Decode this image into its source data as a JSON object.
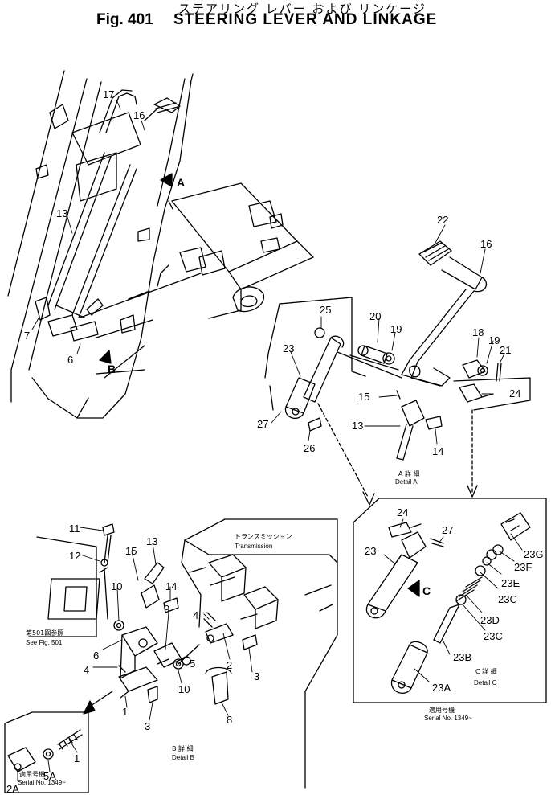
{
  "title": {
    "japanese": "ステアリング レバー および リンケージ",
    "fig": "Fig. 401",
    "english": "STEERING LEVER AND LINKAGE"
  },
  "part_numbers": {
    "p17": "17",
    "p16a": "16",
    "p13a": "13",
    "p7": "7",
    "p6a": "6",
    "arrowA": "A",
    "arrowB": "B",
    "p22": "22",
    "p16b": "16",
    "p25": "25",
    "p20": "20",
    "p19a": "19",
    "p18": "18",
    "p19b": "19",
    "p21": "21",
    "p23a": "23",
    "p15a": "15",
    "p24a": "24",
    "p27a": "27",
    "p13b": "13",
    "p26": "26",
    "p14a": "14",
    "p11": "11",
    "p12": "12",
    "p13c": "13",
    "p15b": "15",
    "p14b": "14",
    "p10a": "10",
    "p9": "9",
    "p4a": "4",
    "p5": "5",
    "p2": "2",
    "p3a": "3",
    "p6b": "6",
    "p4b": "4",
    "p10b": "10",
    "p1a": "1",
    "p3b": "3",
    "p8": "8",
    "p2A": "2A",
    "p5A": "5A",
    "p1b": "1",
    "p24b": "24",
    "p27b": "27",
    "p23b": "23",
    "arrowC": "C",
    "p23G": "23G",
    "p23F": "23F",
    "p23E": "23E",
    "p23C1": "23C",
    "p23D": "23D",
    "p23C2": "23C",
    "p23B": "23B",
    "p23A": "23A"
  },
  "labels": {
    "detailA_jp": "A 詳 細",
    "detailA_en": "Detail A",
    "transmission_jp": "トランスミッション",
    "transmission_en": "Transmission",
    "seefig_jp": "第501図参照",
    "seefig_en": "See Fig. 501",
    "detailB_jp": "B 詳 細",
    "detailB_en": "Detail B",
    "detailC_jp": "C 詳 細",
    "detailC_en": "Detail C",
    "serial1_jp": "適用号機",
    "serial1_en": "Serial No. 1349~",
    "serial2_jp": "適用号機",
    "serial2_en": "Serial No. 1349~"
  },
  "colors": {
    "ink": "#000000",
    "paper": "#ffffff"
  }
}
